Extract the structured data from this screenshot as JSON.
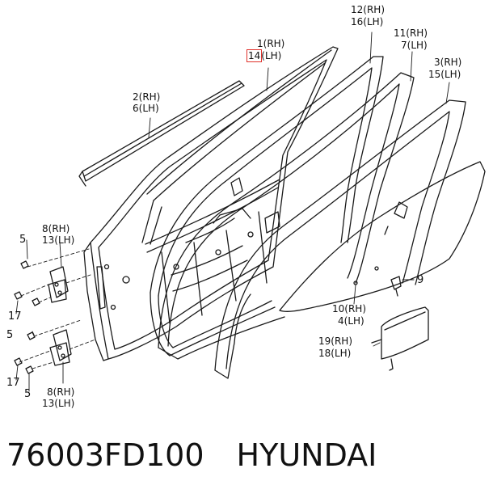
{
  "labels": {
    "p1": {
      "rh": "1(RH)",
      "lh_num": "14",
      "lh_suffix": "(LH)"
    },
    "p2": {
      "rh": "2(RH)",
      "lh": "6(LH)"
    },
    "p12": {
      "rh": "12(RH)",
      "lh": "16(LH)"
    },
    "p11": {
      "rh": "11(RH)",
      "lh": "7(LH)"
    },
    "p3": {
      "rh": "3(RH)",
      "lh": "15(LH)"
    },
    "p8_top": {
      "rh": "8(RH)",
      "lh": "13(LH)"
    },
    "p8_bottom": {
      "rh": "8(RH)",
      "lh": "13(LH)"
    },
    "p10": {
      "rh": "10(RH)",
      "lh": "4(LH)"
    },
    "p19": {
      "rh": "19(RH)",
      "lh": "18(LH)"
    },
    "p9": "9",
    "p5_a": "5",
    "p5_b": "5",
    "p5_c": "5",
    "p17_a": "17",
    "p17_b": "17"
  },
  "footer": {
    "part_number": "76003FD100",
    "brand": "HYUNDAI"
  },
  "colors": {
    "line": "#1a1a1a",
    "highlight": "#e0302a",
    "background": "#ffffff"
  }
}
